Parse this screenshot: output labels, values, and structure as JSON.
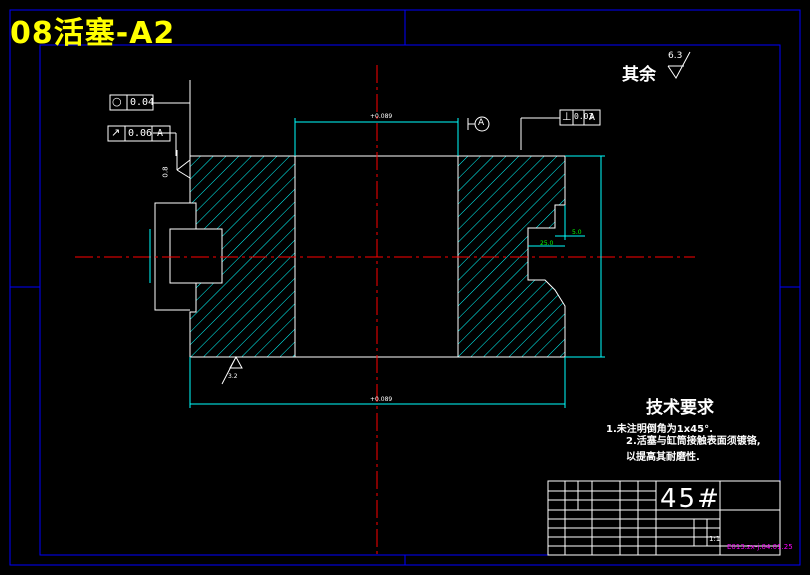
{
  "title": "08活塞-A2",
  "surface_finish": {
    "label": "其余",
    "value": "6.3",
    "inner_value": "0.8",
    "bottom_value": "3.2"
  },
  "tolerance_frames": {
    "circularity": {
      "symbol": "○",
      "value": "0.04"
    },
    "runout": {
      "symbol": "↗",
      "value": "0.06",
      "datum": "A"
    },
    "perpendicularity": {
      "symbol": "⊥",
      "value": "0.03",
      "datum": "A"
    }
  },
  "datum_label": "A",
  "dimensions": {
    "bore": "+0.089",
    "outer": "+0.089",
    "depth": "25.0",
    "groove": "5.0"
  },
  "technical_requirements": {
    "title": "技术要求",
    "items": [
      "1.未注明倒角为1x45°.",
      "2.活塞与缸筒接触表面须镀铬,",
      "以提高其耐磨性."
    ]
  },
  "title_block": {
    "material": "45#",
    "scale": "1:1",
    "drawing_number": "E013.zx-j.04.01.25"
  },
  "colors": {
    "background": "#000000",
    "frame": "#0000ff",
    "outline": "#ffffff",
    "hatch": "#00ffff",
    "centerline": "#ff0000",
    "title": "#ffff00"
  }
}
